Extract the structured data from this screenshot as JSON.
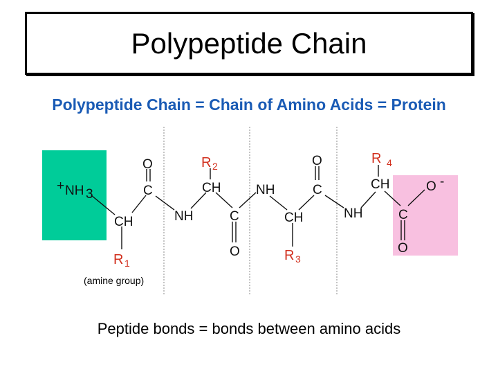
{
  "title": "Polypeptide Chain",
  "subtitle": "Polypeptide Chain = Chain of Amino Acids = Protein",
  "footer": "Peptide bonds = bonds between amino acids",
  "diagram": {
    "amine_label": "(amine group)",
    "n_terminus_charge": "+",
    "n_terminus": "NH",
    "n_terminus_sub": "3",
    "c_terminus_oxygen": "O",
    "c_terminus_charge": "-",
    "carbon": "C",
    "alpha_carbon": "CH",
    "amide": "NH",
    "oxygen": "O",
    "r1": "R",
    "r1_sub": "1",
    "r2": "R",
    "r2_sub": "2",
    "r3": "R",
    "r3_sub": "3",
    "r4": "R",
    "r4_sub": "4",
    "amine_color": "#00cc99",
    "carboxyl_color": "#f8c0e0",
    "r_color": "#d2311f",
    "subtitle_color": "#1a5bb5"
  }
}
